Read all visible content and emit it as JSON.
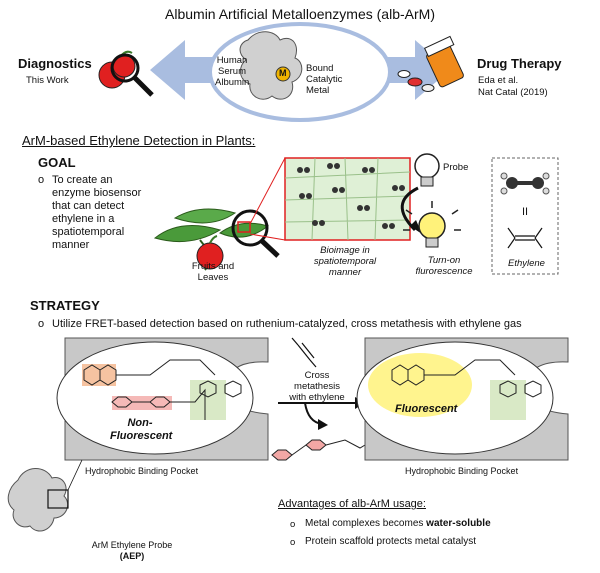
{
  "header": {
    "title": "Albumin Artificial Metalloenzymes (alb-ArM)",
    "left_heading": "Diagnostics",
    "left_sub": "This Work",
    "right_heading": "Drug Therapy",
    "right_sub1": "Eda et al.",
    "right_sub2": "Nat Catal (2019)",
    "protein_label_1": "Human",
    "protein_label_2": "Serum",
    "protein_label_3": "Albumin",
    "metal_label_1": "Bound",
    "metal_label_2": "Catalytic",
    "metal_label_3": "Metal",
    "metal_symbol": "M"
  },
  "section2": {
    "heading": "ArM-based Ethylene Detection in Plants:",
    "goal_heading": "GOAL",
    "goal_bullet": "o",
    "goal_lines": [
      "To create an",
      "enzyme biosensor",
      "that can detect",
      "ethylene in a",
      "spatiotemporal",
      "manner"
    ],
    "fruits_1": "Fruits and",
    "fruits_2": "Leaves",
    "bioimage_1": "Bioimage in",
    "bioimage_2": "spatiotemporal",
    "bioimage_3": "manner",
    "probe": "Probe",
    "turnon_1": "Turn-on",
    "turnon_2": "flurorescence",
    "ethylene": "Ethylene",
    "equals": "II"
  },
  "strategy": {
    "heading": "STRATEGY",
    "bullet": "o",
    "text": "Utilize FRET-based detection based on ruthenium-catalyzed, cross metathesis with ethylene gas",
    "non_fluorescent_1": "Non-",
    "non_fluorescent_2": "Fluorescent",
    "fluorescent": "Fluorescent",
    "cross_1": "Cross",
    "cross_2": "metathesis",
    "cross_3": "with ethylene",
    "pocket_left": "Hydrophobic Binding Pocket",
    "pocket_right": "Hydrophobic Binding Pocket",
    "probe_label": "ArM Ethylene Probe",
    "probe_abbr": "(AEP)"
  },
  "advantages": {
    "heading": "Advantages of alb-ArM usage:",
    "item1_plain": "Metal complexes becomes ",
    "item1_bold": "water-soluble",
    "item2": "Protein scaffold protects metal catalyst",
    "bullet": "o"
  },
  "colors": {
    "arrow": "#a9bde0",
    "pocket": "#c8c8c8",
    "coumarin": "#f4b48a",
    "azo": "#f2a7a5",
    "catalyst": "#cfe4b8",
    "glow": "#fff27a",
    "apple": "#e02020",
    "leaf": "#4a9a3a"
  }
}
